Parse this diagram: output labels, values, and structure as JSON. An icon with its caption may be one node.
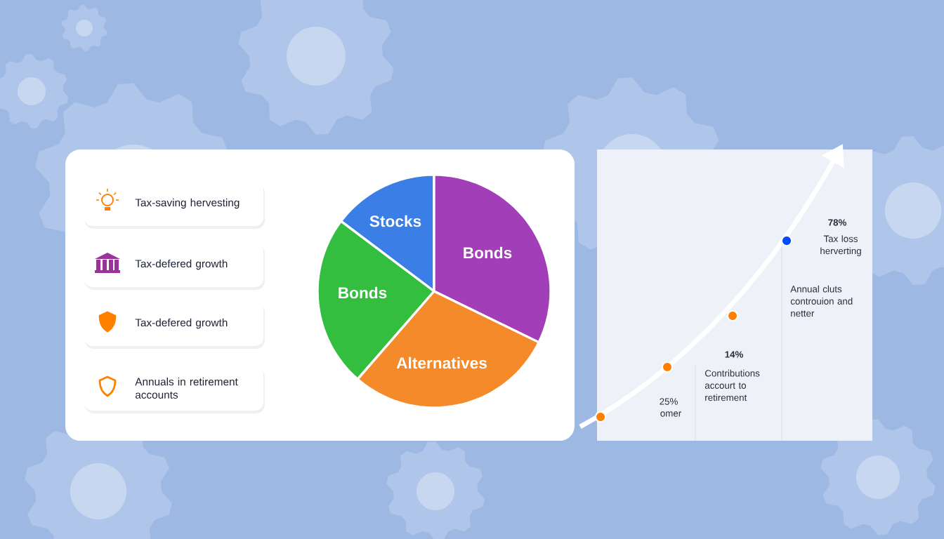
{
  "diagram": {
    "nodes": [
      {
        "text": [
          "Tax-saving hervesting"
        ]
      },
      {
        "text": [
          "Tax-defered growth"
        ]
      },
      {
        "text": [
          "Tax-defered growth"
        ]
      },
      {
        "text": [
          "Annuals in retirement accounts"
        ]
      },
      {
        "text": [
          "Stocks"
        ]
      },
      {
        "text": [
          "Bonds"
        ]
      },
      {
        "text": [
          "Bonds"
        ]
      },
      {
        "text": [
          "Alternatives"
        ]
      }
    ],
    "labels": [
      "78%",
      "Tax loss herverting",
      "Annual cluts controuion and netter",
      "14%",
      "Contributions accourt to retirement",
      "25%",
      "omer"
    ]
  }
}
